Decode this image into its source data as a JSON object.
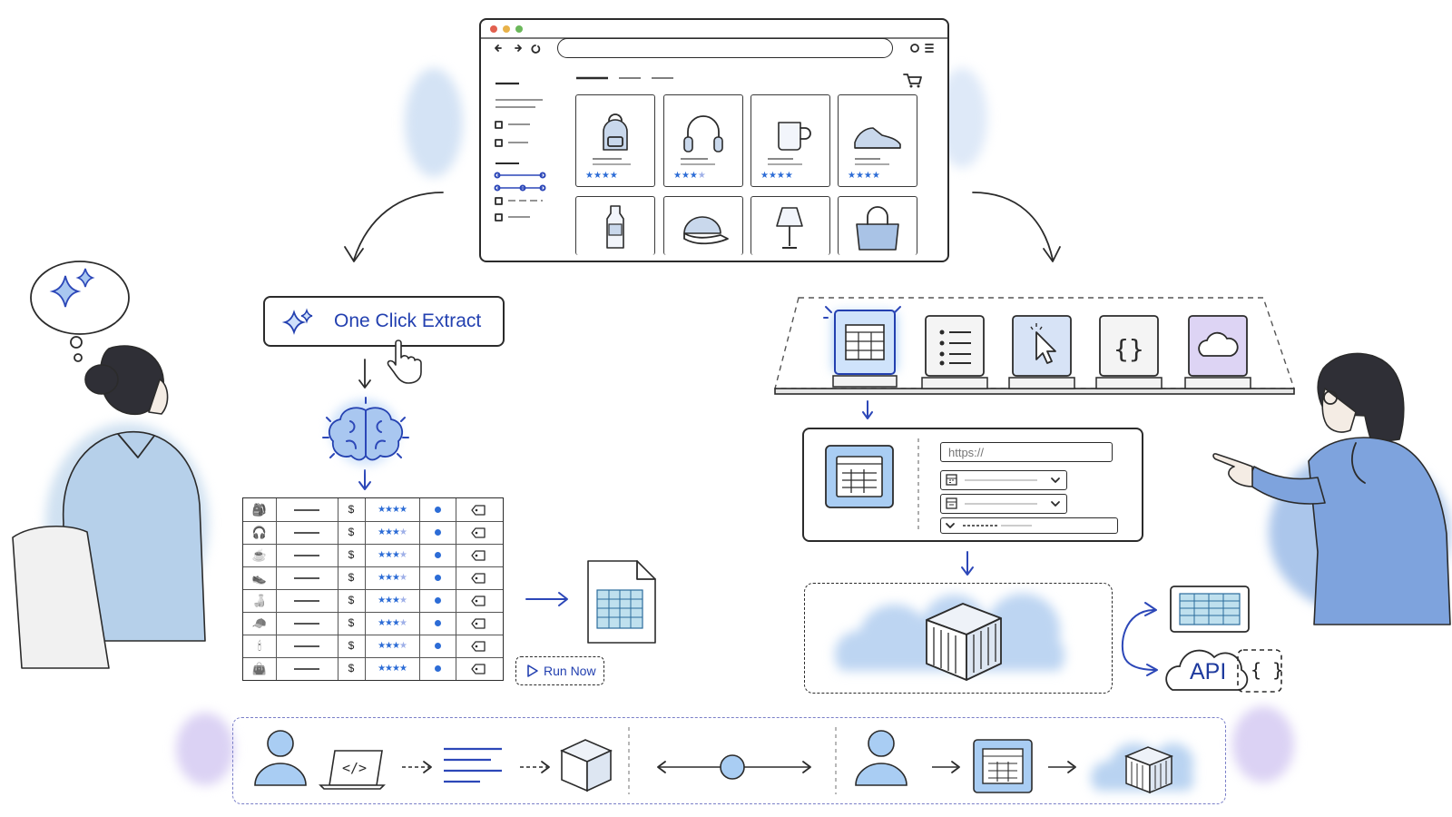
{
  "extract": {
    "button_label": "One Click Extract",
    "run_now_label": "Run Now"
  },
  "config": {
    "url_placeholder": "https://"
  },
  "output": {
    "api_label": "API",
    "json_label": "{ }"
  },
  "table": {
    "rows": [
      {
        "icon": "backpack-icon",
        "price": "$",
        "rating": 4
      },
      {
        "icon": "headphones-icon",
        "price": "$",
        "rating": 3
      },
      {
        "icon": "mug-icon",
        "price": "$",
        "rating": 3
      },
      {
        "icon": "sneaker-icon",
        "price": "$",
        "rating": 3
      },
      {
        "icon": "bottle-icon",
        "price": "$",
        "rating": 3
      },
      {
        "icon": "cap-icon",
        "price": "$",
        "rating": 3
      },
      {
        "icon": "lamp-icon",
        "price": "$",
        "rating": 3
      },
      {
        "icon": "handbag-icon",
        "price": "$",
        "rating": 4
      }
    ]
  },
  "colors": {
    "ink": "#2b2b2b",
    "accent_blue": "#2340b0",
    "star_blue": "#2c6cd6",
    "wash_blue": "#b9d3f1",
    "wash_purple": "#d7cdf3"
  },
  "icons": [
    "sparkle-icon",
    "brain-icon",
    "spreadsheet-icon",
    "cloud-icon",
    "container-icon",
    "cursor-icon",
    "code-braces-icon",
    "list-icon",
    "person-icon",
    "laptop-code-icon",
    "cube-icon"
  ]
}
